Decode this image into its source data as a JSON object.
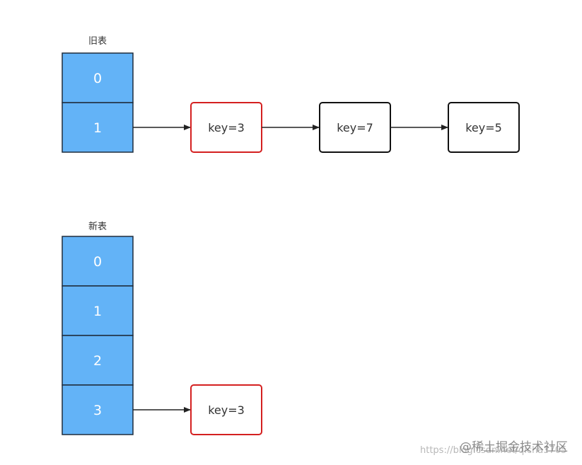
{
  "colors": {
    "cell_fill": "#63b3f7",
    "cell_stroke": "#1f2d3d",
    "highlight_stroke": "#d42020",
    "node_stroke": "#111111",
    "arrow": "#222222"
  },
  "old_table": {
    "title": "旧表",
    "cells": [
      "0",
      "1"
    ],
    "chain": [
      "key=3",
      "key=7",
      "key=5"
    ]
  },
  "new_table": {
    "title": "新表",
    "cells": [
      "0",
      "1",
      "2",
      "3"
    ],
    "chain": [
      "key=3"
    ]
  },
  "watermark": {
    "url": "https://blog.csdn.net/qicha3705",
    "brand": "@稀土掘金技术社区"
  }
}
